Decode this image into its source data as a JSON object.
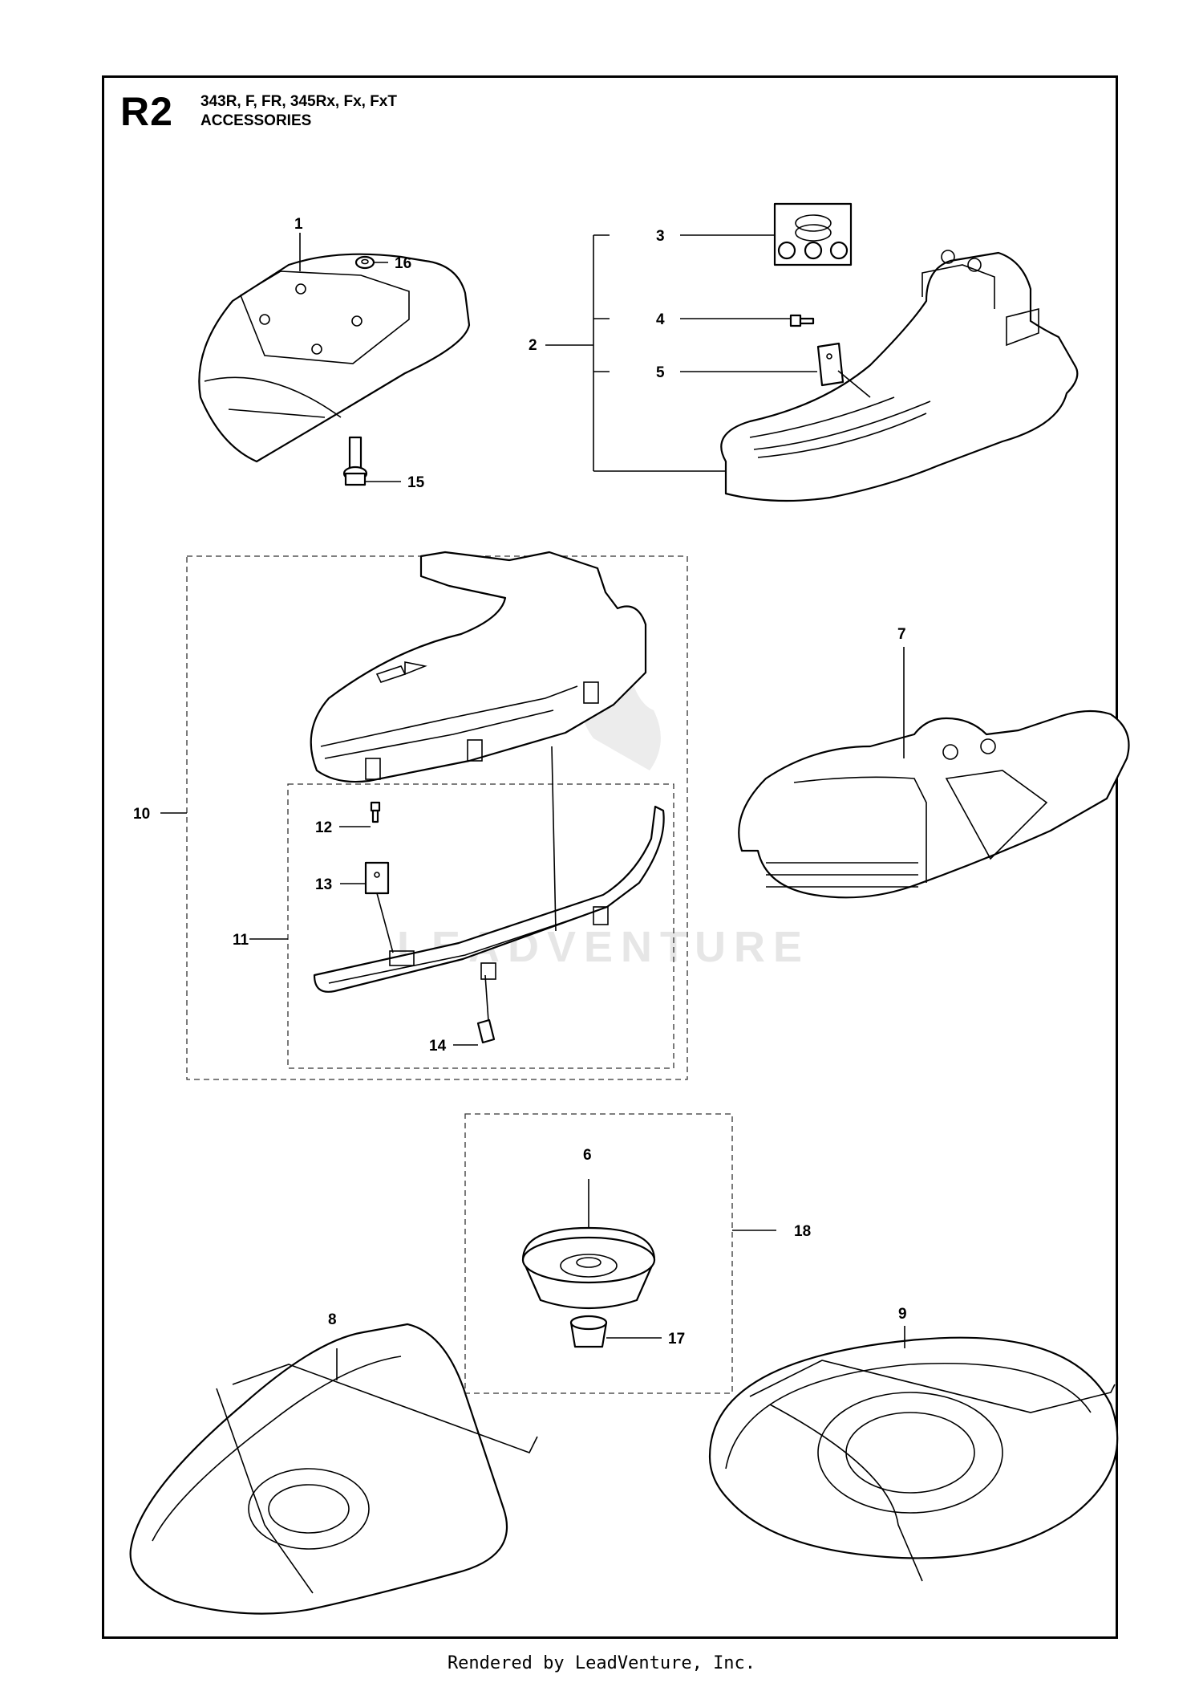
{
  "header": {
    "page_code": "R2",
    "models": "343R, F, FR, 345Rx, Fx, FxT",
    "section": "ACCESSORIES"
  },
  "callouts": [
    "1",
    "2",
    "3",
    "4",
    "5",
    "6",
    "7",
    "8",
    "9",
    "10",
    "11",
    "12",
    "13",
    "14",
    "15",
    "16",
    "17",
    "18"
  ],
  "watermark": "LEADVENTURE",
  "footer": "Rendered by LeadVenture, Inc."
}
